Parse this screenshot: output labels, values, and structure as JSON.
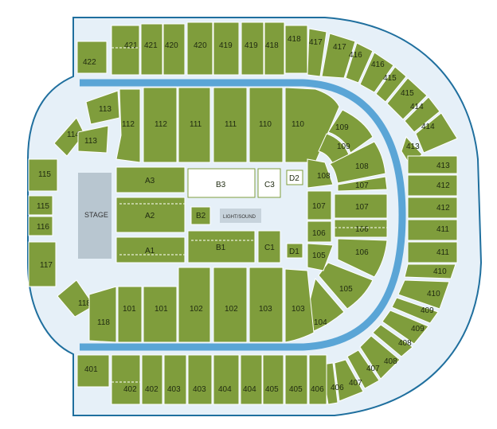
{
  "colors": {
    "section": "#7f9d3c",
    "concourse": "#e6f0f8",
    "outline": "#1f6f9e",
    "ring": "#5aa5d6",
    "stage": "#b8c6d0",
    "floor_white": "#ffffff",
    "lightsound": "#c7d3dc"
  },
  "stage": {
    "label": "STAGE"
  },
  "lightsound": {
    "label": "LIGHT/SOUND"
  },
  "sections": {
    "u422": "422",
    "u421a": "421",
    "u421b": "421",
    "u420a": "420",
    "u420b": "420",
    "u419a": "419",
    "u419b": "419",
    "u418a": "418",
    "u418b": "418",
    "u417a": "417",
    "u417b": "417",
    "u416a": "416",
    "u416b": "416",
    "u415a": "415",
    "u415b": "415",
    "u414a": "414",
    "u414b": "414",
    "u413a": "413",
    "u413b": "413",
    "u412a": "412",
    "u412b": "412",
    "u411a": "411",
    "u411b": "411",
    "u410a": "410",
    "u410b": "410",
    "u409a": "409",
    "u409b": "409",
    "u408a": "408",
    "u408b": "408",
    "u407a": "407",
    "u407b": "407",
    "u406a": "406",
    "u406b": "406",
    "u405a": "405",
    "u405b": "405",
    "u404a": "404",
    "u404b": "404",
    "u403a": "403",
    "u403b": "403",
    "u402a": "402",
    "u402b": "402",
    "u401": "401",
    "l113a": "113",
    "l113b": "113",
    "l114": "114",
    "l112a": "112",
    "l112b": "112",
    "l111a": "111",
    "l111b": "111",
    "l110a": "110",
    "l110b": "110",
    "l109a": "109",
    "l109b": "109",
    "l108": "108",
    "l107": "107",
    "l106": "106",
    "l105": "105",
    "l104": "104",
    "l103a": "103",
    "l103b": "103",
    "l102a": "102",
    "l102b": "102",
    "l101a": "101",
    "l101b": "101",
    "l118a": "118",
    "l118b": "118",
    "l115a": "115",
    "l115b": "115",
    "l116": "116",
    "l117": "117",
    "r108": "108",
    "r107a": "107",
    "r107b": "107",
    "r106a": "106",
    "r106b": "106",
    "r105": "105",
    "fA3": "A3",
    "fA2": "A2",
    "fA1": "A1",
    "fB3": "B3",
    "fB2": "B2",
    "fB1": "B1",
    "fC3": "C3",
    "fC1": "C1",
    "fD2": "D2",
    "fD1": "D1"
  }
}
